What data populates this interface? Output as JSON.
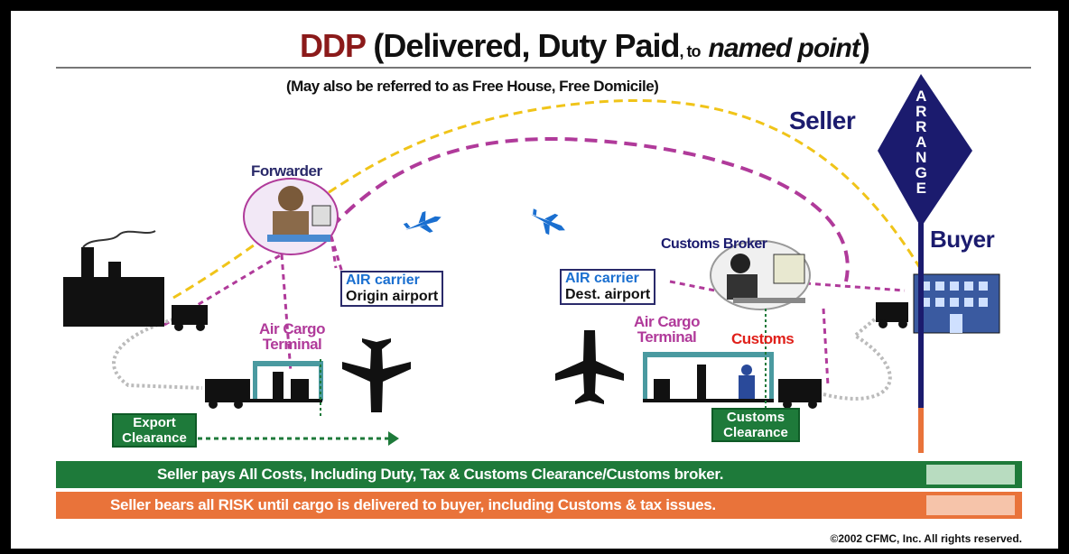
{
  "title": {
    "prefix": "DDP",
    "main": "(Delivered, Duty Paid",
    "to": ", to",
    "named": "named point",
    "close": ")"
  },
  "subtitle": "(May also be referred to as Free House, Free Domicile)",
  "seller": "Seller",
  "buyer": "Buyer",
  "arrange": "ARRANGE",
  "forwarder": "Forwarder",
  "customs_broker": "Customs Broker",
  "origin_carrier": {
    "line1": "AIR carrier",
    "line2": "Origin airport"
  },
  "dest_carrier": {
    "line1": "AIR carrier",
    "line2": "Dest. airport"
  },
  "origin_terminal": {
    "line1": "Air Cargo",
    "line2": "Terminal"
  },
  "dest_terminal": {
    "line1": "Air Cargo",
    "line2": "Terminal"
  },
  "customs": "Customs",
  "export_clearance": {
    "line1": "Export",
    "line2": "Clearance"
  },
  "customs_clearance": {
    "line1": "Customs",
    "line2": "Clearance"
  },
  "costs_bar": "Seller pays All Costs, Including Duty, Tax & Customs Clearance/Customs broker.",
  "risk_bar": "Seller bears all RISK until cargo is delivered to buyer, including Customs & tax issues.",
  "copyright": "©2002 CFMC, Inc. All rights reserved.",
  "colors": {
    "green": "#1e7a3a",
    "orange": "#e9733a",
    "navy": "#1b1b6e",
    "magenta": "#b03a9a",
    "yellow": "#f0c419",
    "maroon": "#8b1a1a",
    "blue": "#1a6fd0"
  }
}
